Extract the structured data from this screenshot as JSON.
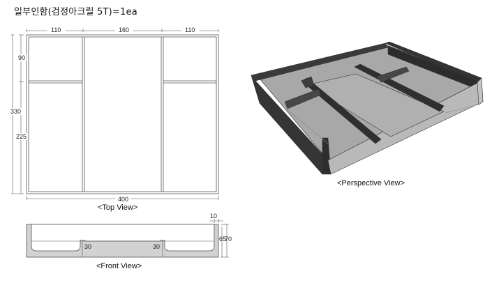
{
  "title": "일부인함(검정아크릴 5T)=1ea",
  "top_view": {
    "caption": "<Top View>",
    "dims": {
      "w_left": "110",
      "w_mid": "160",
      "w_right": "110",
      "h_top": "90",
      "h_total": "330",
      "h_bottom": "225",
      "w_total": "400"
    }
  },
  "front_view": {
    "caption": "<Front View>",
    "dims": {
      "thickness": "10",
      "height_inner": "65",
      "height_total": "70",
      "slot_left": "30",
      "slot_right": "30"
    }
  },
  "perspective_view": {
    "caption": "<Perspective View>"
  },
  "colors": {
    "line": "#555555",
    "acrylic_dark": "#3a3a3a",
    "acrylic_mid": "#9a9a9a",
    "acrylic_light": "#c4c4c4",
    "front_fill": "#d2d2d2"
  }
}
